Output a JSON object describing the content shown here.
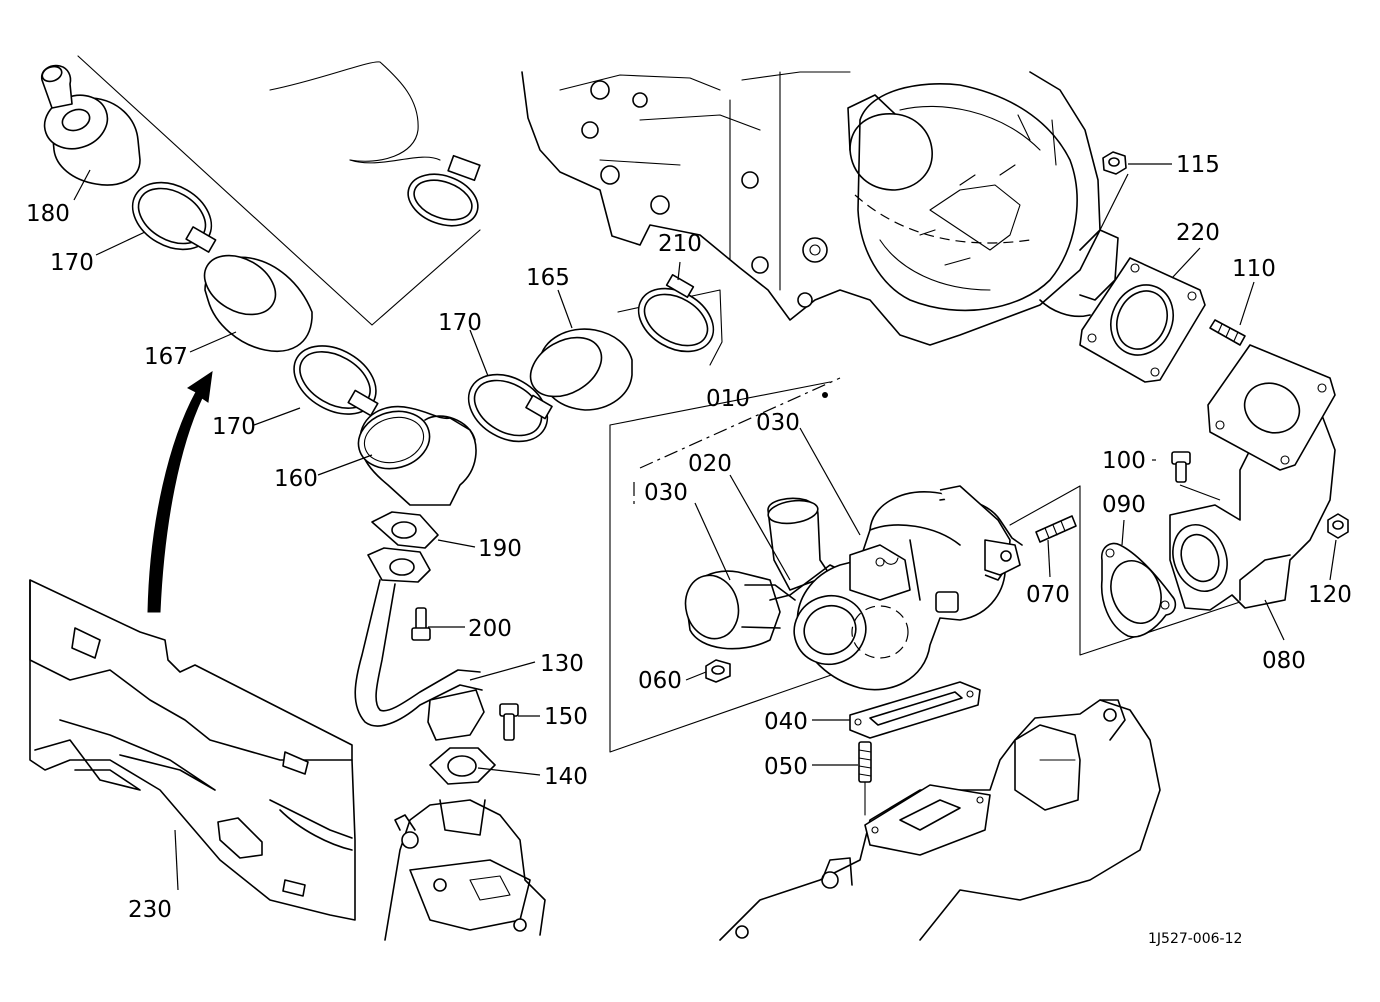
{
  "diagram": {
    "drawing_code": "1J527-006-12",
    "callouts": {
      "c180": "180",
      "c170a": "170",
      "c167": "167",
      "c170b": "170",
      "c160": "160",
      "c170c": "170",
      "c165": "165",
      "c210": "210",
      "c190": "190",
      "c200": "200",
      "c130": "130",
      "c150": "150",
      "c140": "140",
      "c230": "230",
      "c010": "010",
      "c030a": "030",
      "c020": "020",
      "c030b": "030",
      "c060": "060",
      "c040": "040",
      "c050": "050",
      "c070": "070",
      "c090": "090",
      "c100": "100",
      "c080": "080",
      "c120": "120",
      "c110": "110",
      "c220": "220",
      "c115": "115"
    }
  }
}
